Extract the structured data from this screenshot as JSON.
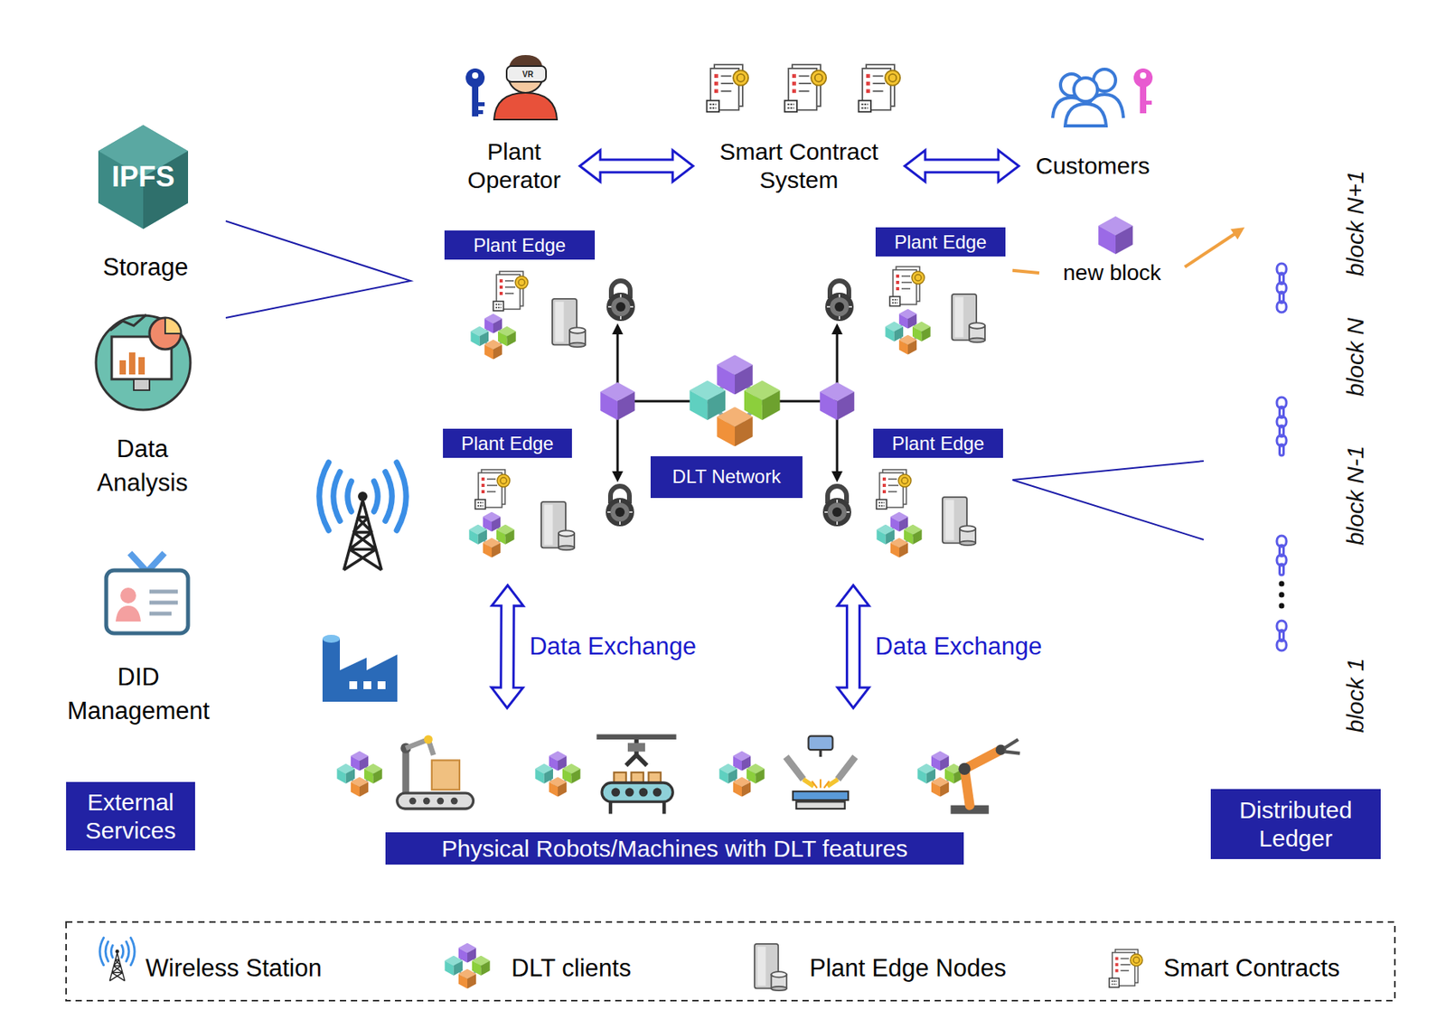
{
  "diagram": {
    "nodes": [
      {
        "text": [
          "Plant Operator"
        ]
      },
      {
        "text": [
          "Smart Contract System"
        ]
      },
      {
        "text": [
          "Customers"
        ]
      },
      {
        "text": [
          "External Services"
        ]
      },
      {
        "text": [
          "DLT Network"
        ]
      },
      {
        "text": [
          "Plant Edge"
        ],
        "in": 4
      },
      {
        "text": [
          "Plant Edge"
        ],
        "in": 4
      },
      {
        "text": [
          "Plant Edge"
        ],
        "in": 4
      },
      {
        "text": [
          "Plant Edge"
        ],
        "in": 4
      },
      {
        "text": [
          "new block"
        ],
        "in": 4
      },
      {
        "text": [
          "Physical Robots/Machines with DLT features"
        ]
      },
      {
        "text": [
          "Distributed Ledger"
        ]
      },
      {
        "text": [
          "block N+1"
        ],
        "in": 11
      },
      {
        "text": [
          "block N"
        ],
        "in": 11
      },
      {
        "text": [
          "block N-1"
        ],
        "in": 11
      },
      {
        "text": [
          "block 1"
        ],
        "in": 11
      }
    ],
    "edges": [
      {
        "from": 0,
        "to": 1,
        "arrow": "both"
      },
      {
        "from": 1,
        "to": 2,
        "arrow": "both"
      },
      {
        "from": 6,
        "to": 9,
        "arrow": "none"
      },
      {
        "from": 9,
        "to": 12,
        "arrow": "to"
      },
      {
        "from": 4,
        "to": 10,
        "label": "Data Exchange",
        "arrow": "both"
      },
      {
        "from": 4,
        "to": 10,
        "label": "Data Exchange",
        "arrow": "both"
      },
      {
        "from": 12,
        "to": 13,
        "arrow": "none"
      },
      {
        "from": 13,
        "to": 14,
        "arrow": "none"
      },
      {
        "from": 14,
        "to": 15,
        "arrow": "none"
      }
    ],
    "labels": [
      "IPFS",
      "Storage",
      "Data Analysis",
      "DID Management",
      "VR"
    ],
    "legend": [
      {
        "text": "Wireless Station"
      },
      {
        "text": "DLT clients"
      },
      {
        "text": "Plant Edge Nodes"
      },
      {
        "text": "Smart Contracts"
      }
    ]
  }
}
